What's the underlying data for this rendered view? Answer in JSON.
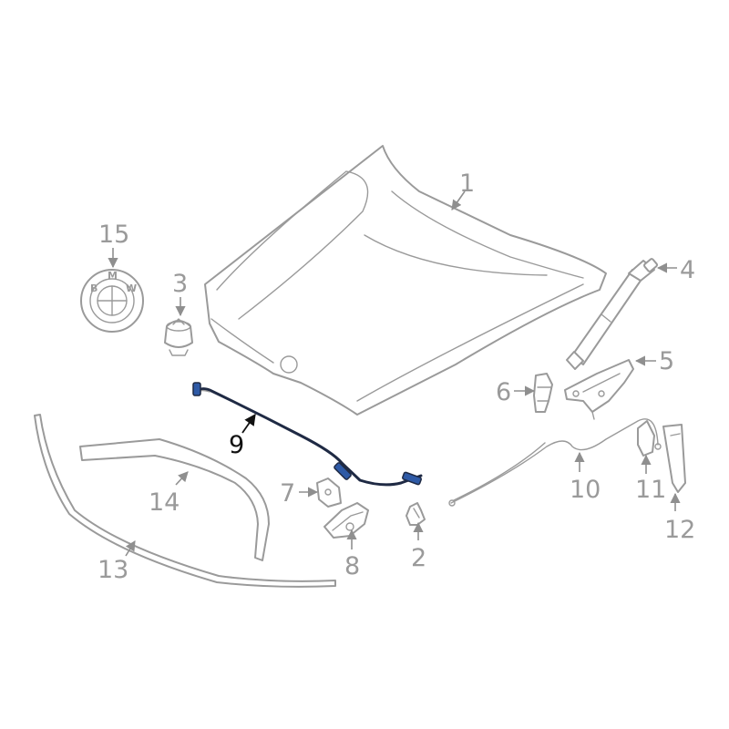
{
  "diagram": {
    "highlight_color": "#2e5aa6",
    "line_color": "#9a9a9a",
    "labels": {
      "p1": "1",
      "p2": "2",
      "p3": "3",
      "p4": "4",
      "p5": "5",
      "p6": "6",
      "p7": "7",
      "p8": "8",
      "p9": "9",
      "p10": "10",
      "p11": "11",
      "p12": "12",
      "p13": "13",
      "p14": "14",
      "p15": "15"
    },
    "logo": {
      "letters": [
        "B",
        "M",
        "W"
      ]
    }
  }
}
